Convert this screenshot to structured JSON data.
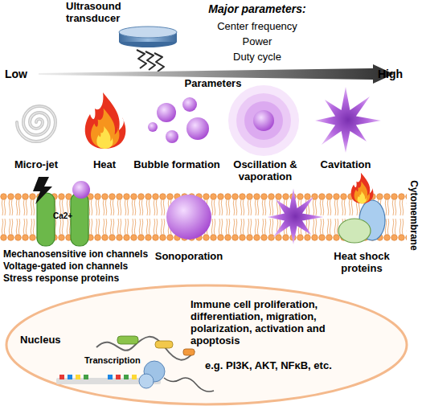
{
  "diagram": {
    "nodes": [
      {
        "text": [
          "Nucleus",
          "Immune cell proliferation, differentiation, migration, polarization, activation and apoptosis",
          "Transcription",
          "e.g. PI3K, AKT, NFκB, etc."
        ]
      }
    ],
    "labels": [
      "Ultrasound transducer",
      "Major parameters:",
      "Center frequency",
      "Power",
      "Duty cycle",
      "Low",
      "Parameters",
      "High",
      "Micro-jet",
      "Heat",
      "Bubble formation",
      "Oscillation & vaporation",
      "Cavitation",
      "Cytomembrane",
      "Ca2+",
      "Mechanosensitive ion channels",
      "Voltage-gated ion channels",
      "Stress response proteins",
      "Sonoporation",
      "Heat shock proteins"
    ]
  }
}
